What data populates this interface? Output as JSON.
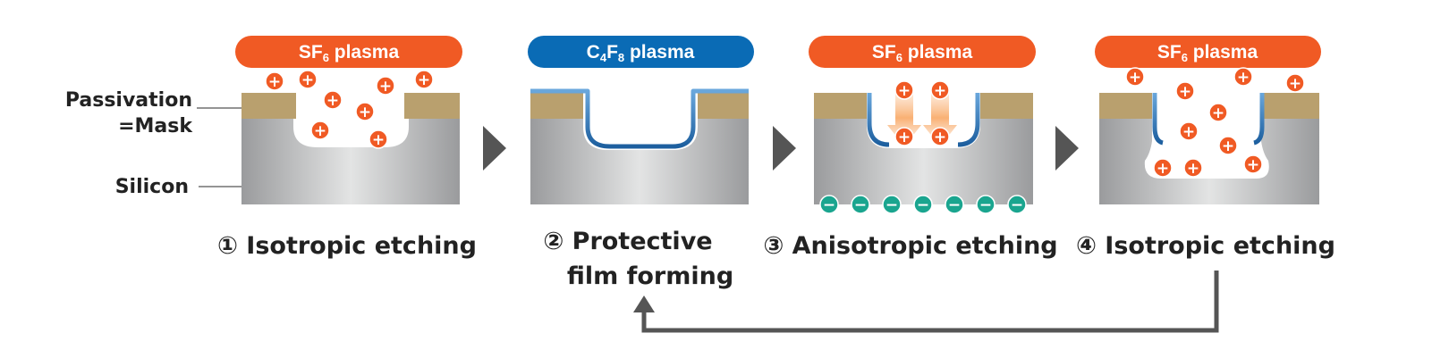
{
  "colors": {
    "sf6_plasma": "#f05a24",
    "c4f8_plasma": "#0a6bb5",
    "mask": "#b9a06e",
    "silicon_light": "#e2e3e3",
    "silicon_dark": "#9a9b9d",
    "passivation_film": "#2b79bd",
    "negative_ion": "#1aa58f",
    "arrow": "#555555",
    "text": "#222222"
  },
  "labels": {
    "passivation_line1": "Passivation",
    "passivation_line2": "=Mask",
    "silicon": "Silicon"
  },
  "steps": [
    {
      "plasma_main": "SF",
      "plasma_sub1": "6",
      "plasma_tail": " plasma",
      "label": "① Isotropic etching"
    },
    {
      "plasma_main": "C",
      "plasma_sub1": "4",
      "plasma_mid": "F",
      "plasma_sub2": "8",
      "plasma_tail": " plasma",
      "label_line1": "② Protective",
      "label_line2": "film forming"
    },
    {
      "plasma_main": "SF",
      "plasma_sub1": "6",
      "plasma_tail": " plasma",
      "label": "③ Anisotropic etching"
    },
    {
      "plasma_main": "SF",
      "plasma_sub1": "6",
      "plasma_tail": " plasma",
      "label": "④ Isotropic etching"
    }
  ],
  "icons": {
    "positive_ion": "plus-circle-icon",
    "negative_ion": "minus-circle-icon",
    "step_arrow": "triangle-right-icon",
    "loop_arrow": "return-arrow-icon"
  },
  "ion_signs": {
    "positive": "+",
    "negative": "−"
  }
}
